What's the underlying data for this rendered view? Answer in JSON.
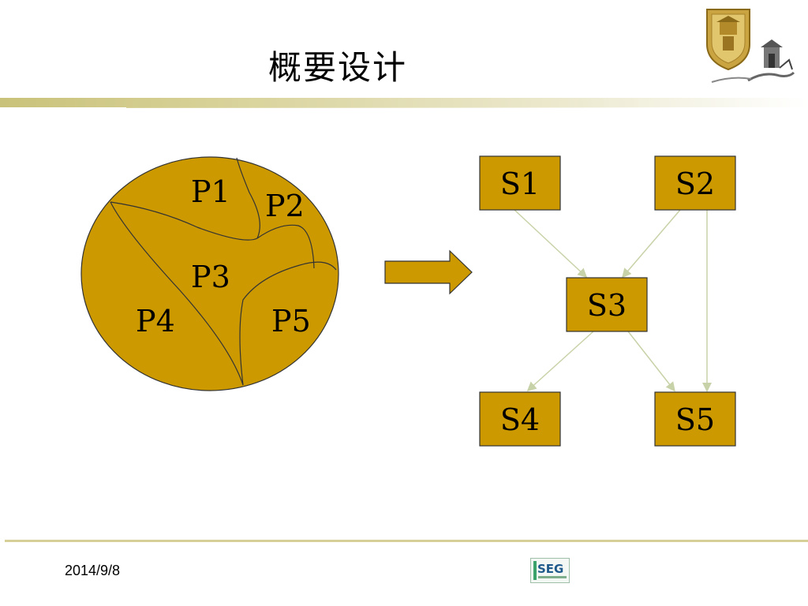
{
  "slide": {
    "title": "概要设计",
    "footer_date": "2014/9/8",
    "footer_logo_text": "SEG"
  },
  "colors": {
    "fill": "#cc9900",
    "stroke": "#333333",
    "connector": "#c8d2a8",
    "accent_bar": "#c9c27a"
  },
  "partition": {
    "regions": [
      "P1",
      "P2",
      "P3",
      "P4",
      "P5"
    ]
  },
  "modules": {
    "boxes": [
      "S1",
      "S2",
      "S3",
      "S4",
      "S5"
    ]
  },
  "icons": {
    "arrow": "right-arrow-icon",
    "crest": "university-crest-icon",
    "seg_logo": "seg-logo-icon"
  }
}
